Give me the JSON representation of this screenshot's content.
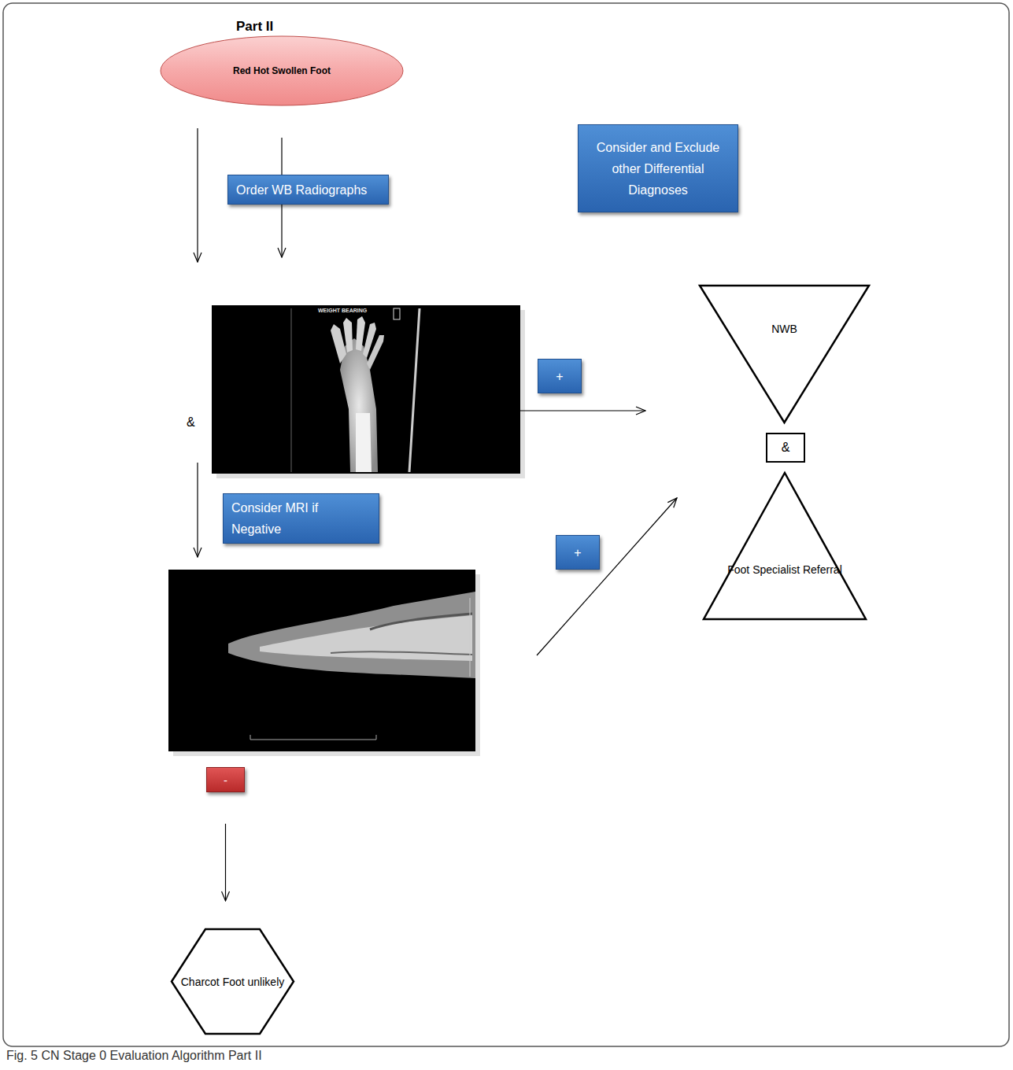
{
  "diagram": {
    "title": "Part II",
    "caption": "Fig. 5 CN Stage 0 Evaluation Algorithm Part II",
    "nodes": [
      {
        "text": [
          "Red Hot Swollen Foot"
        ]
      },
      {
        "text": [
          "Order WB Radiographs"
        ]
      },
      {
        "text": [
          "Consider and Exclude other Differential Diagnoses"
        ]
      },
      {
        "text": [
          "NWB"
        ]
      },
      {
        "text": [
          "+"
        ]
      },
      {
        "text": [
          "&"
        ]
      },
      {
        "text": [
          "Consider MRI if Negative"
        ]
      },
      {
        "text": [
          "+"
        ]
      },
      {
        "text": [
          "Foot Specialist Referral"
        ]
      },
      {
        "text": [
          "-"
        ]
      },
      {
        "text": [
          "Charcot Foot unlikely"
        ]
      }
    ],
    "edges": [
      {
        "from": 0,
        "to": 3,
        "arrow": "to"
      },
      {
        "from": 9,
        "to": 10,
        "arrow": "to"
      }
    ],
    "labels": [
      "&",
      "WEIGHT BEARING"
    ]
  }
}
